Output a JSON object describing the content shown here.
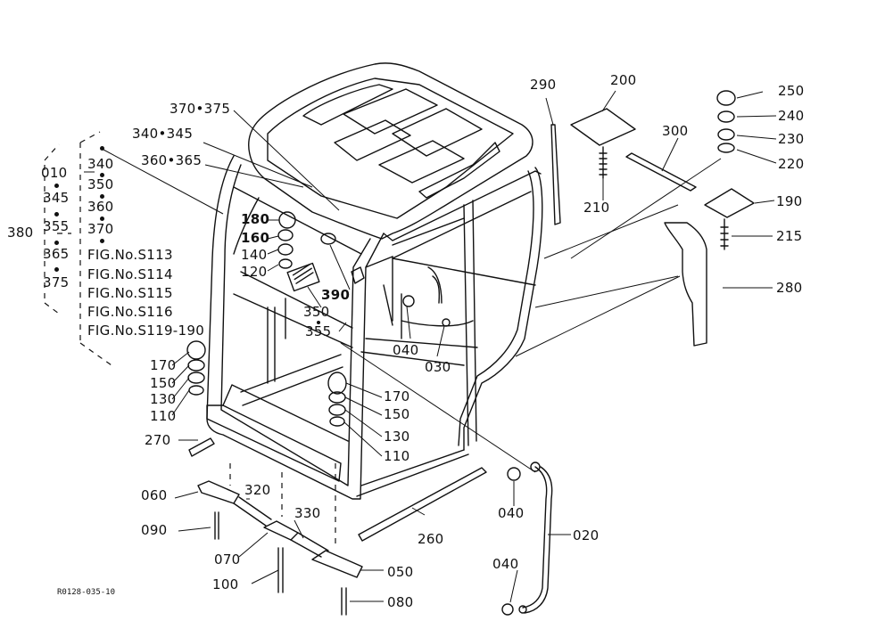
{
  "diagram": {
    "reference_code": "R0128-035-10",
    "parts": {
      "p010": "010",
      "p020": "020",
      "p030": "030",
      "p040a": "040",
      "p040b": "040",
      "p040c": "040",
      "p050": "050",
      "p060": "060",
      "p070": "070",
      "p080": "080",
      "p090": "090",
      "p100": "100",
      "p110a": "110",
      "p110b": "110",
      "p120": "120",
      "p130a": "130",
      "p130b": "130",
      "p140": "140",
      "p150a": "150",
      "p150b": "150",
      "p160": "160",
      "p170a": "170",
      "p170b": "170",
      "p180": "180",
      "p190": "190",
      "p200": "200",
      "p210": "210",
      "p215": "215",
      "p220": "220",
      "p230": "230",
      "p240": "240",
      "p250": "250",
      "p260": "260",
      "p270": "270",
      "p280": "280",
      "p290": "290",
      "p300": "300",
      "p320": "320",
      "p330": "330",
      "p350": "350",
      "p355": "355",
      "p390": "390",
      "p380": "380"
    },
    "combos": {
      "c370_375": "370•375",
      "c340_345": "340•345",
      "c360_365": "360•365"
    },
    "left_group": [
      "345",
      "355",
      "365",
      "375"
    ],
    "right_group": [
      "340",
      "350",
      "360",
      "370"
    ],
    "fig_refs": [
      "FIG.No.S113",
      "FIG.No.S114",
      "FIG.No.S115",
      "FIG.No.S116",
      "FIG.No.S119-190"
    ]
  }
}
